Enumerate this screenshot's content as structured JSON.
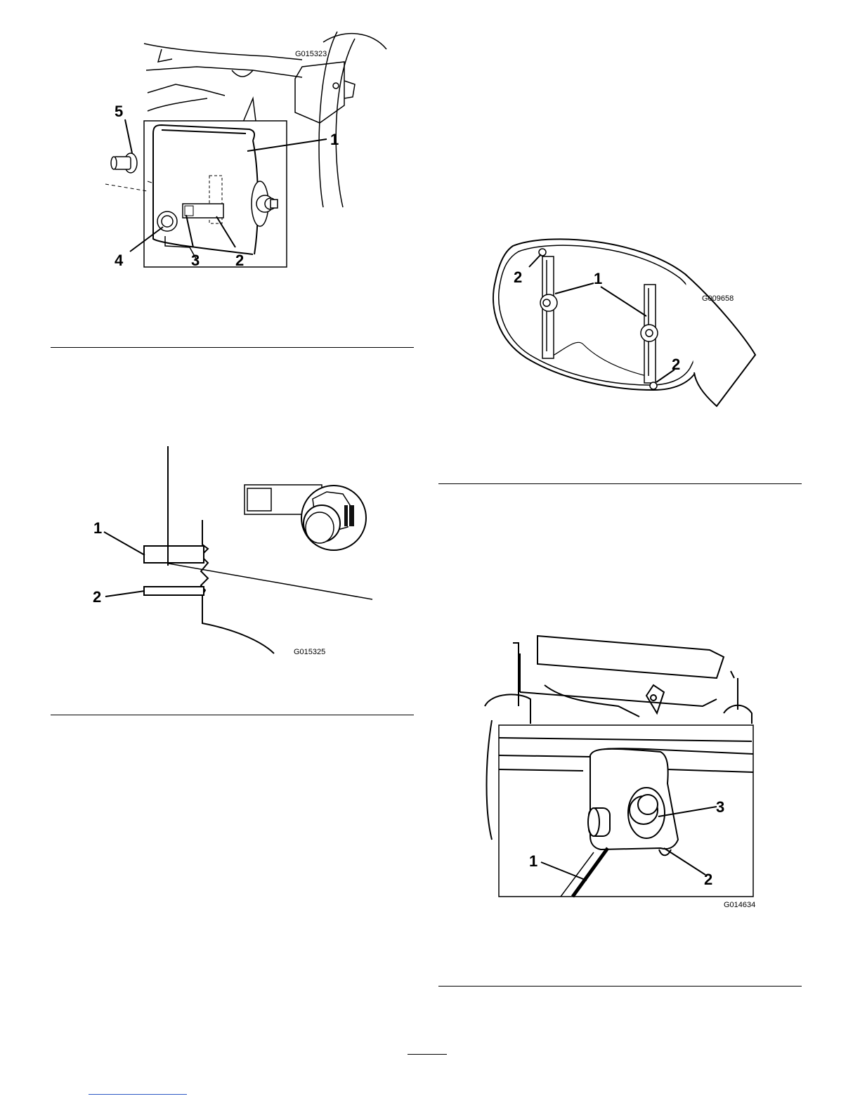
{
  "figures": [
    {
      "code": "G015323",
      "callouts": [
        "1",
        "2",
        "3",
        "4",
        "5"
      ]
    },
    {
      "code": "G015325",
      "callouts": [
        "1",
        "2"
      ]
    },
    {
      "code": "G009658",
      "callouts": [
        "1",
        "2",
        "2"
      ]
    },
    {
      "code": "G014634",
      "callouts": [
        "1",
        "2",
        "3"
      ]
    }
  ]
}
